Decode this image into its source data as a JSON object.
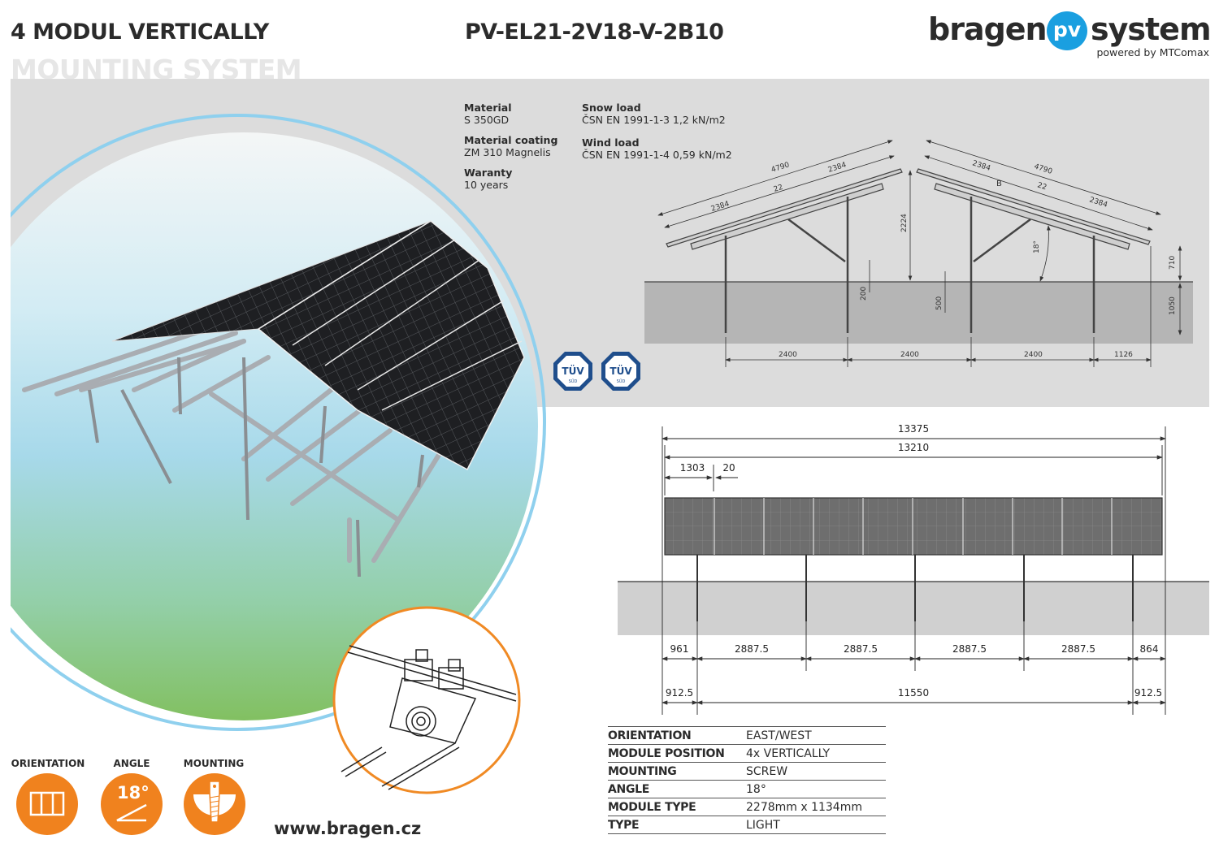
{
  "header": {
    "title": "4 MODUL VERTICALLY",
    "subtitle": "MOUNTING SYSTEM",
    "product_code": "PV-EL21-2V18-V-2B10",
    "logo": {
      "left": "bragen",
      "badge": "pv",
      "right": "system",
      "tagline": "powered by MTComax"
    }
  },
  "specs": {
    "material_label": "Material",
    "material_value": "S 350GD",
    "coating_label": "Material coating",
    "coating_value": "ZM 310 Magnelis",
    "warranty_label": "Waranty",
    "warranty_value": "10 years",
    "snow_label": "Snow load",
    "snow_value": "ČSN EN 1991-1-3  1,2 kN/m2",
    "wind_label": "Wind load",
    "wind_value": "ČSN EN 1991-1-4  0,59 kN/m2"
  },
  "certifications": [
    {
      "name": "TÜV",
      "sub": "SÜD"
    },
    {
      "name": "TÜV",
      "sub": "SÜD"
    }
  ],
  "side_view": {
    "total_left": "4790",
    "module_left_a": "2384",
    "module_left_b": "2384",
    "gap_left": "22",
    "total_right": "4790",
    "module_right_a": "2384",
    "module_right_b": "2384",
    "gap_right": "22",
    "label_b": "B",
    "height": "2224",
    "angle": "18°",
    "front_height": "710",
    "depth": "1050",
    "foot_left": "200",
    "foot_right": "500",
    "spacing": [
      "2400",
      "2400",
      "2400",
      "1126"
    ]
  },
  "front_view": {
    "overall": "13375",
    "array": "13210",
    "module_width": "1303",
    "module_gap": "20",
    "post_spacing": [
      "961",
      "2887.5",
      "2887.5",
      "2887.5",
      "2887.5",
      "864"
    ],
    "bottom_spacing": [
      "912.5",
      "11550",
      "912.5"
    ]
  },
  "properties": [
    {
      "label": "ORIENTATION",
      "value": "EAST/WEST"
    },
    {
      "label": "MODULE POSITION",
      "value": "4x VERTICALLY"
    },
    {
      "label": "MOUNTING",
      "value": "SCREW"
    },
    {
      "label": "ANGLE",
      "value": "18°"
    },
    {
      "label": "MODULE TYPE",
      "value": "2278mm x 1134mm"
    },
    {
      "label": "TYPE",
      "value": "LIGHT"
    }
  ],
  "icons": {
    "orientation_label": "ORIENTATION",
    "angle_label": "ANGLE",
    "angle_value": "18°",
    "mounting_label": "MOUNTING"
  },
  "footer": {
    "website": "www.bragen.cz"
  },
  "colors": {
    "accent": "#f0821e",
    "brand_blue": "#1a9fe0",
    "panel_gray": "#dcdcdc"
  }
}
